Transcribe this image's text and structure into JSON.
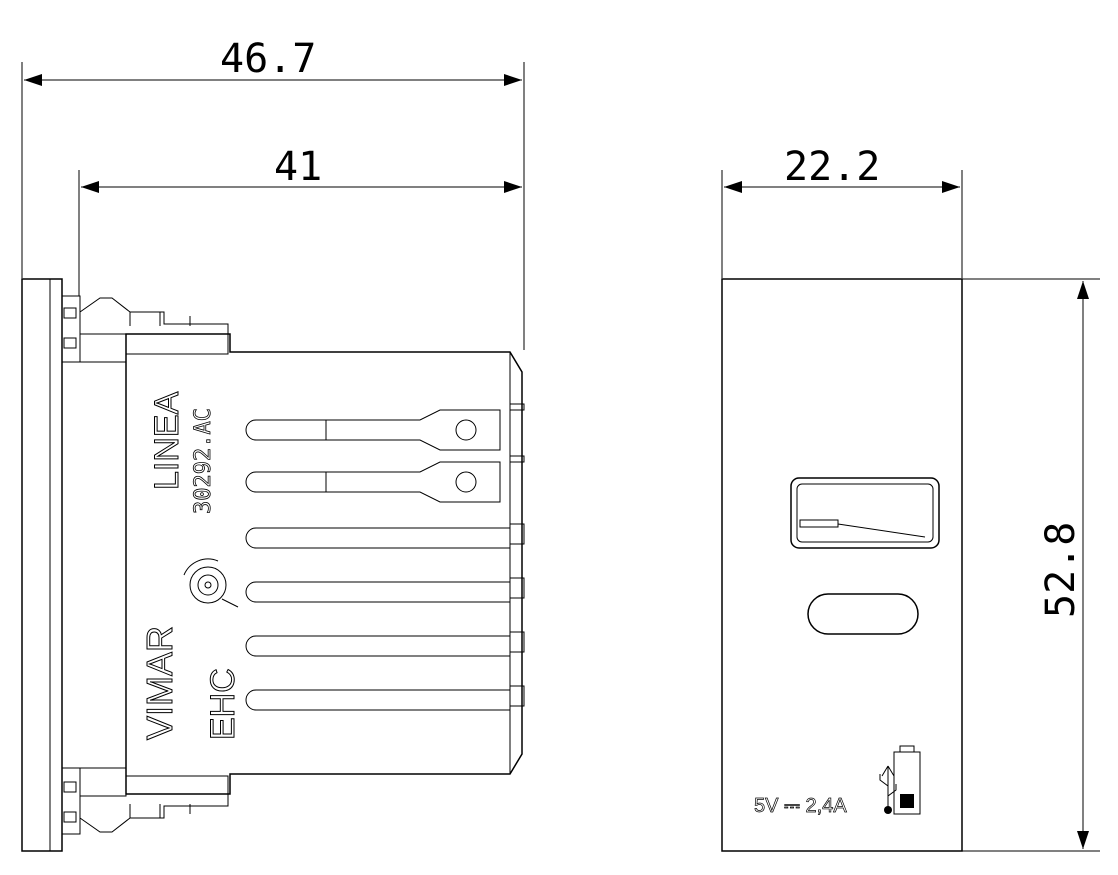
{
  "dimensions": {
    "total_depth": "46.7",
    "body_depth": "41",
    "front_width": "22.2",
    "front_height": "52.8"
  },
  "side_markings": {
    "product_line": "LINEA",
    "code": "30292.AC",
    "brand": "VIMAR",
    "certification": "EHC"
  },
  "front_markings": {
    "rating": "5V ⎓ 2,4A"
  },
  "icons": {
    "certification_logo": "quality-mark-icon",
    "usb_charging": "usb-battery-icon"
  },
  "colors": {
    "body": "#d4d4d4",
    "line": "#000000"
  }
}
